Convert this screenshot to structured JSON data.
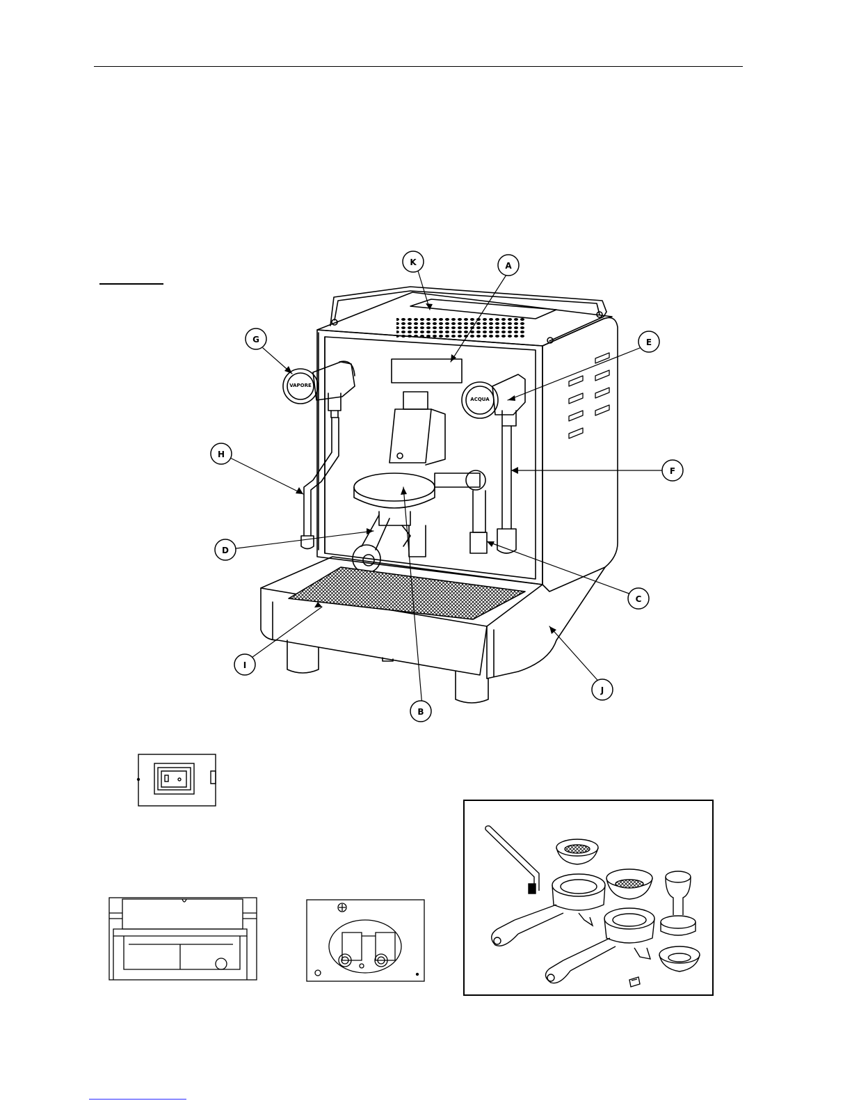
{
  "callouts": {
    "A": "A",
    "B": "B",
    "C": "C",
    "D": "D",
    "E": "E",
    "F": "F",
    "G": "G",
    "H": "H",
    "I": "I",
    "J": "J",
    "K": "K"
  },
  "knob_labels": {
    "left": "VAPORE",
    "right": "ACQUA"
  },
  "colors": {
    "line": "#000000",
    "footer_rule": "#2a2aff"
  }
}
